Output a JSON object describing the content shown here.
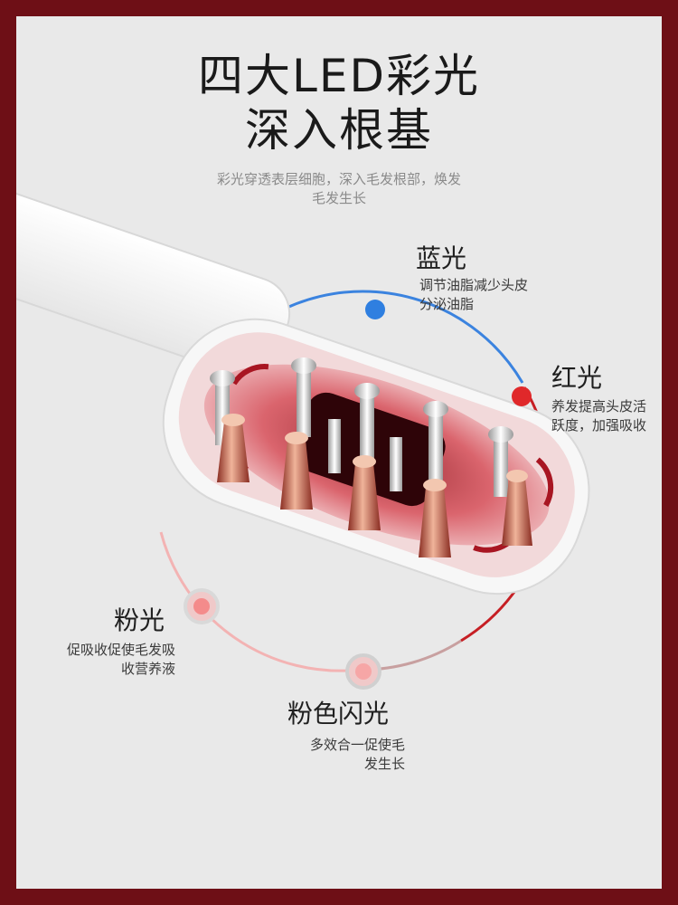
{
  "headline": {
    "line1": "四大LED彩光",
    "line2": "深入根基"
  },
  "subheadline": {
    "line1": "彩光穿透表层细胞，深入毛发根部，焕发",
    "line2": "毛发生长"
  },
  "lights": [
    {
      "title": "蓝光",
      "desc1": "调节油脂减少头皮",
      "desc2": "分泌油脂",
      "color": "#2f7fe0"
    },
    {
      "title": "红光",
      "desc1": "养发提高头皮活",
      "desc2": "跃度，加强吸收",
      "color": "#e0282a"
    },
    {
      "title": "粉光",
      "desc1": "促吸收促使毛发吸",
      "desc2": "收营养液",
      "color": "#f29a9a"
    },
    {
      "title": "粉色闪光",
      "desc1": "多效合一促使毛",
      "desc2": "发生长",
      "color": "#f6a6a6"
    }
  ],
  "colors": {
    "border": "#6e0f16",
    "background": "#e9e9e9"
  }
}
